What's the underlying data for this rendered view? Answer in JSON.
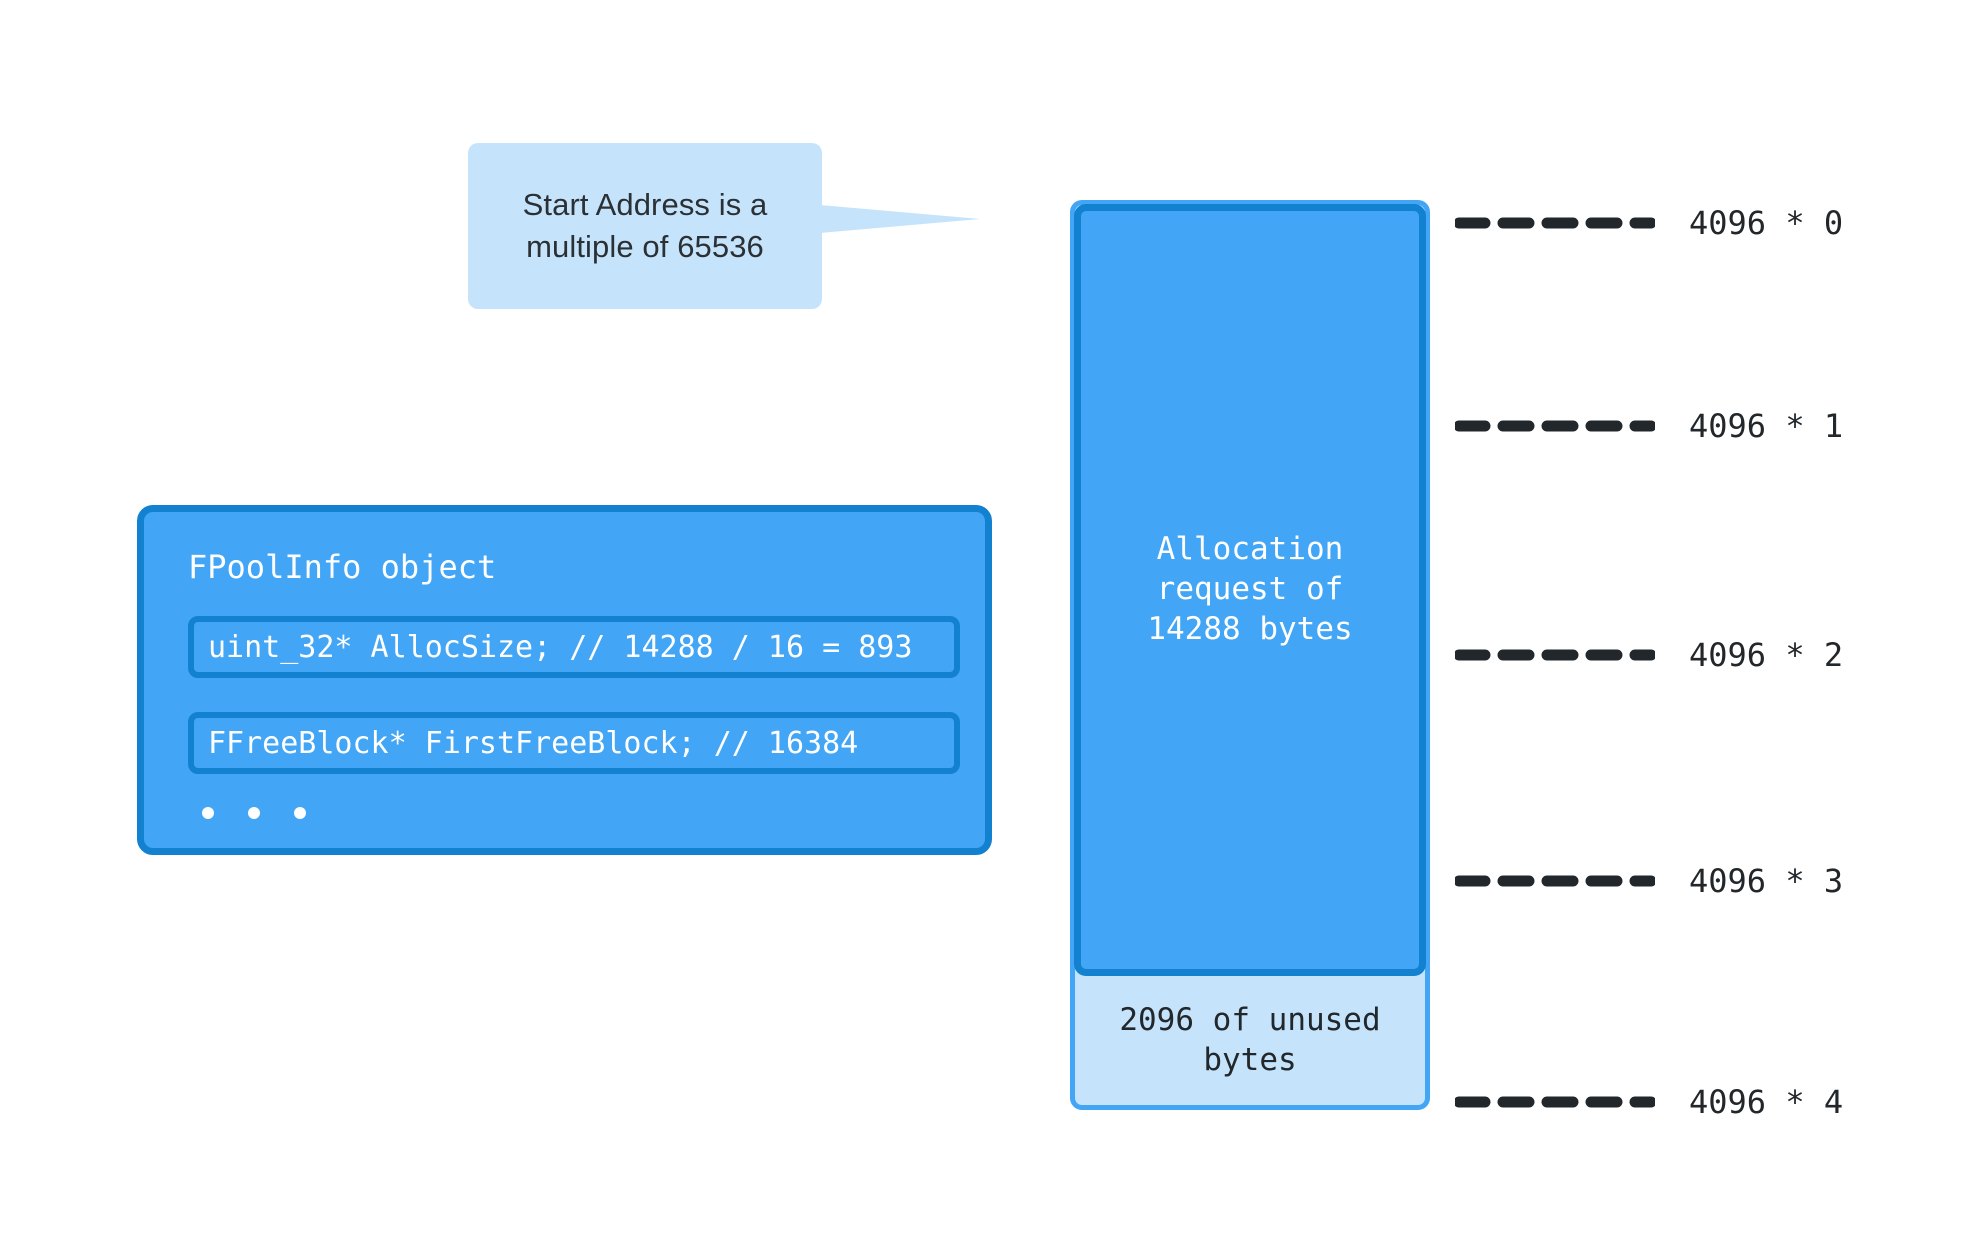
{
  "callout": {
    "text": "Start Address is a multiple of 65536",
    "bg_color": "#C5E4FC",
    "text_color": "#2B3034"
  },
  "pool_info": {
    "title": "FPoolInfo object",
    "fields": [
      "uint_32* AllocSize; // 14288 / 16 = 893",
      "FFreeBlock* FirstFreeBlock; // 16384"
    ],
    "ellipsis_dots": 3,
    "fill_color": "#42A5F5",
    "border_color": "#1282D0",
    "text_color": "#FFFFFF"
  },
  "memory": {
    "allocation_text": "Allocation\nrequest of\n14288 bytes",
    "allocation_fill": "#42A5F5",
    "allocation_border": "#1282D0",
    "unused_text": "2096 of unused\nbytes",
    "unused_fill": "#C5E4FC",
    "unused_border": "#42A5F5",
    "unused_text_color": "#22272B"
  },
  "markers": [
    {
      "label": "4096 * 0"
    },
    {
      "label": "4096 * 1"
    },
    {
      "label": "4096 * 2"
    },
    {
      "label": "4096 * 3"
    },
    {
      "label": "4096 * 4"
    }
  ],
  "marker_style": {
    "dash_color": "#22272B",
    "label_color": "#22272B"
  }
}
